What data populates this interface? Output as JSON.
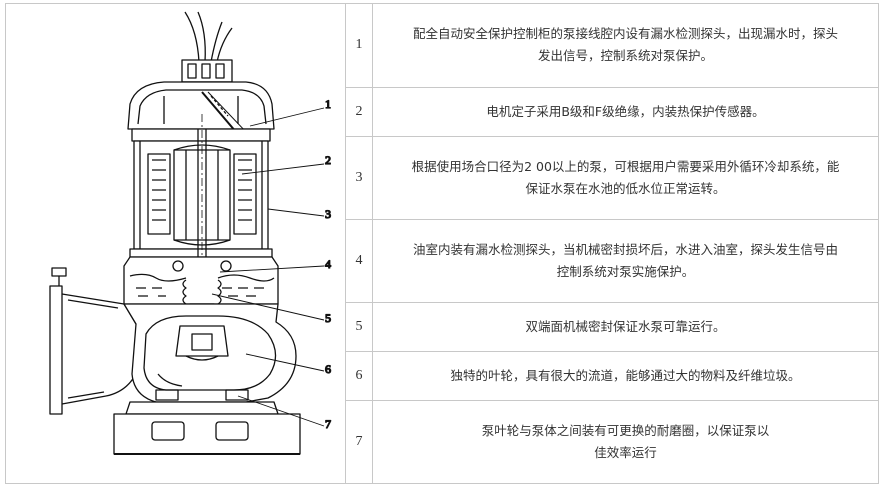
{
  "diagram": {
    "callouts": [
      "1",
      "2",
      "3",
      "4",
      "5",
      "6",
      "7"
    ]
  },
  "features": [
    {
      "num": "1",
      "line1": "配全自动安全保护控制柜的泵接线腔内设有漏水检测探头，出现漏水时，探头",
      "line2": "发出信号，控制系统对泵保护。"
    },
    {
      "num": "2",
      "line1": "电机定子采用B级和F级绝缘，内装热保护传感器。",
      "line2": ""
    },
    {
      "num": "3",
      "line1": "根据使用场合口径为2 00以上的泵，可根据用户需要采用外循环冷却系统，能",
      "line2": "保证水泵在水池的低水位正常运转。"
    },
    {
      "num": "4",
      "line1": "油室内装有漏水检测探头，当机械密封损坏后，水进入油室，探头发生信号由",
      "line2": "控制系统对泵实施保护。"
    },
    {
      "num": "5",
      "line1": "双端面机械密封保证水泵可靠运行。",
      "line2": ""
    },
    {
      "num": "6",
      "line1": "独特的叶轮，具有很大的流道，能够通过大的物料及纤维垃圾。",
      "line2": ""
    },
    {
      "num": "7",
      "line1": "泵叶轮与泵体之间装有可更换的耐磨圈，以保证泵以",
      "line2": "佳效率运行"
    }
  ]
}
